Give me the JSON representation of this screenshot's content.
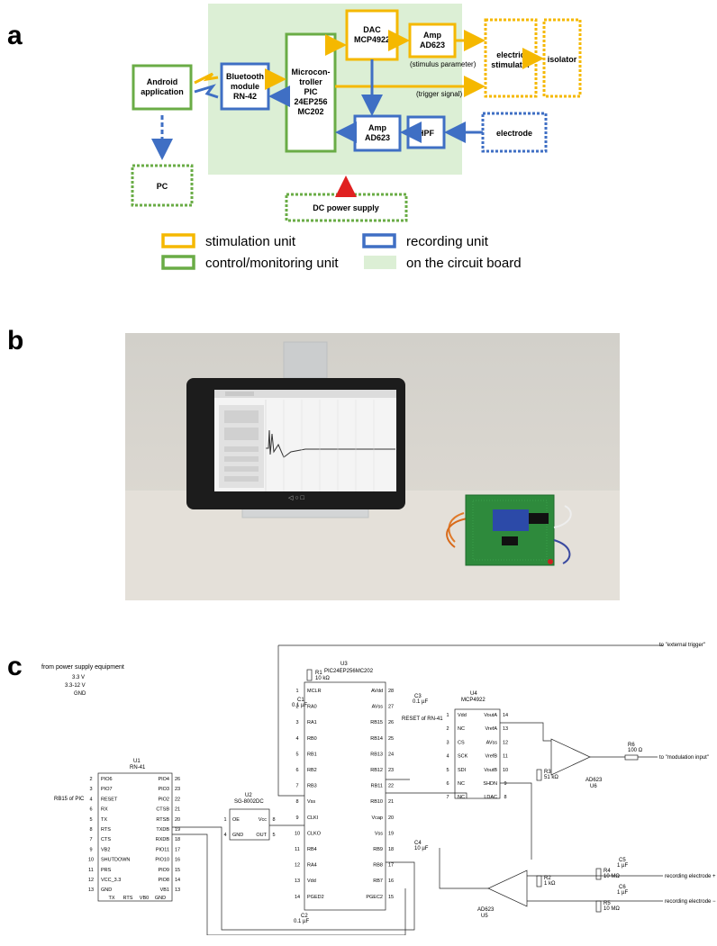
{
  "panels": {
    "a": "a",
    "b": "b",
    "c": "c"
  },
  "diagram_a": {
    "android": [
      "Android",
      "application"
    ],
    "bluetooth": [
      "Bluetooth",
      "module",
      "RN-42"
    ],
    "mcu": [
      "Microcon-",
      "troller",
      "PIC",
      "24EP256",
      "MC202"
    ],
    "dac": [
      "DAC",
      "MCP4922"
    ],
    "amp_top": [
      "Amp",
      "AD623"
    ],
    "amp_bottom": [
      "Amp",
      "AD623"
    ],
    "hpf": "HPF",
    "stimulator": [
      "electric",
      "stimulator"
    ],
    "isolator": "isolator",
    "electrode": "electrode",
    "pc": "PC",
    "dc_supply": "DC power supply",
    "stimulus_param": "(stimulus parameter)",
    "trigger_signal": "(trigger signal)",
    "legend": {
      "stimulation": "stimulation unit",
      "recording": "recording unit",
      "control": "control/monitoring unit",
      "board": "on the circuit board"
    },
    "colors": {
      "stimulation": "#f5b800",
      "recording": "#3f6fc4",
      "control": "#6aac46",
      "board": "#dcefd5",
      "power": "#e02020"
    }
  },
  "schematic": {
    "from_power": "from power supply equipment",
    "pwr_33": "3.3 V",
    "pwr_range": "3.3-12 V",
    "gnd": "GND",
    "u1": {
      "ref": "U1",
      "part": "RN-41",
      "left_pins": [
        [
          "2",
          "PIO6"
        ],
        [
          "3",
          "PIO7"
        ],
        [
          "4",
          "RESET"
        ],
        [
          "6",
          "RX"
        ],
        [
          "5",
          "TX"
        ],
        [
          "8",
          "RTS"
        ],
        [
          "7",
          "CTS"
        ],
        [
          "9",
          "VB2"
        ],
        [
          "10",
          "SHUTDOWN"
        ],
        [
          "11",
          "PRS"
        ],
        [
          "12",
          "VCC_3.3"
        ],
        [
          "13",
          "GND"
        ]
      ],
      "right_pins": [
        [
          "PIO4",
          "26"
        ],
        [
          "PIO3",
          "23"
        ],
        [
          "PIO2",
          "22"
        ],
        [
          "CTSB",
          "21"
        ],
        [
          "RTSB",
          "20"
        ],
        [
          "TXDB",
          "19"
        ],
        [
          "RXDB",
          "18"
        ],
        [
          "PIO11",
          "17"
        ],
        [
          "PIO10",
          "16"
        ],
        [
          "PIO9",
          "15"
        ],
        [
          "PIO8",
          "14"
        ],
        [
          "VB1",
          "13"
        ]
      ],
      "bottom_pins": [
        "TX",
        "RTS",
        "VB0",
        "GND"
      ]
    },
    "u2": {
      "ref": "U2",
      "part": "SG-8002DC",
      "pins": [
        [
          "1",
          "OE"
        ],
        [
          "4",
          "GND"
        ],
        [
          "Vcc",
          "8"
        ],
        [
          "OUT",
          "5"
        ]
      ]
    },
    "u3": {
      "ref": "U3",
      "part": "PIC24EP256MC202",
      "left_pins": [
        [
          "1",
          "MCLR"
        ],
        [
          "2",
          "RA0"
        ],
        [
          "3",
          "RA1"
        ],
        [
          "4",
          "RB0"
        ],
        [
          "5",
          "RB1"
        ],
        [
          "6",
          "RB2"
        ],
        [
          "7",
          "RB3"
        ],
        [
          "8",
          "Vss"
        ],
        [
          "9",
          "CLKI"
        ],
        [
          "10",
          "CLKO"
        ],
        [
          "11",
          "RB4"
        ],
        [
          "12",
          "RA4"
        ],
        [
          "13",
          "Vdd"
        ],
        [
          "14",
          "PGED2"
        ]
      ],
      "right_pins": [
        [
          "AVdd",
          "28"
        ],
        [
          "AVss",
          "27"
        ],
        [
          "RB15",
          "26"
        ],
        [
          "RB14",
          "25"
        ],
        [
          "RB13",
          "24"
        ],
        [
          "RB12",
          "23"
        ],
        [
          "RB11",
          "22"
        ],
        [
          "RB10",
          "21"
        ],
        [
          "Vcap",
          "20"
        ],
        [
          "Vss",
          "19"
        ],
        [
          "RB9",
          "18"
        ],
        [
          "RB8",
          "17"
        ],
        [
          "RB7",
          "16"
        ],
        [
          "PGEC2",
          "15"
        ]
      ]
    },
    "u4": {
      "ref": "U4",
      "part": "MCP4922",
      "left_pins": [
        [
          "1",
          "Vdd"
        ],
        [
          "2",
          "NC"
        ],
        [
          "3",
          "CS"
        ],
        [
          "4",
          "SCK"
        ],
        [
          "5",
          "SDI"
        ],
        [
          "6",
          "NC"
        ],
        [
          "7",
          "NC"
        ]
      ],
      "right_pins": [
        [
          "VoutA",
          "14"
        ],
        [
          "VrefA",
          "13"
        ],
        [
          "AVss",
          "12"
        ],
        [
          "VrefB",
          "11"
        ],
        [
          "VoutB",
          "10"
        ],
        [
          "SHDN",
          "9"
        ],
        [
          "LDAC",
          "8"
        ]
      ]
    },
    "u5": {
      "ref": "U5",
      "part": "AD623"
    },
    "u6": {
      "ref": "U6",
      "part": "AD623"
    },
    "r1": [
      "R1",
      "10 kΩ"
    ],
    "r2": [
      "R2",
      "1 kΩ"
    ],
    "r3": [
      "R3",
      "51 kΩ"
    ],
    "r4": [
      "R4",
      "10 MΩ"
    ],
    "r5": [
      "R5",
      "10 MΩ"
    ],
    "r6": [
      "R6",
      "100 Ω"
    ],
    "c1": [
      "C1",
      "0.1 µF"
    ],
    "c2": [
      "C2",
      "0.1 µF"
    ],
    "c3": [
      "C3",
      "0.1 µF"
    ],
    "c4": [
      "C4",
      "10 µF"
    ],
    "c5": [
      "C5",
      "1 µF"
    ],
    "c6": [
      "C6",
      "1 µF"
    ],
    "labels": {
      "ext_trigger": "to \"external trigger\"",
      "mod_input": "to \"modulation input\"",
      "rec_plus": "recording electrode +",
      "rec_minus": "recording electrode −",
      "rb15_pic": "RB15 of PIC",
      "reset_rn41": "RESET of RN-41"
    }
  }
}
